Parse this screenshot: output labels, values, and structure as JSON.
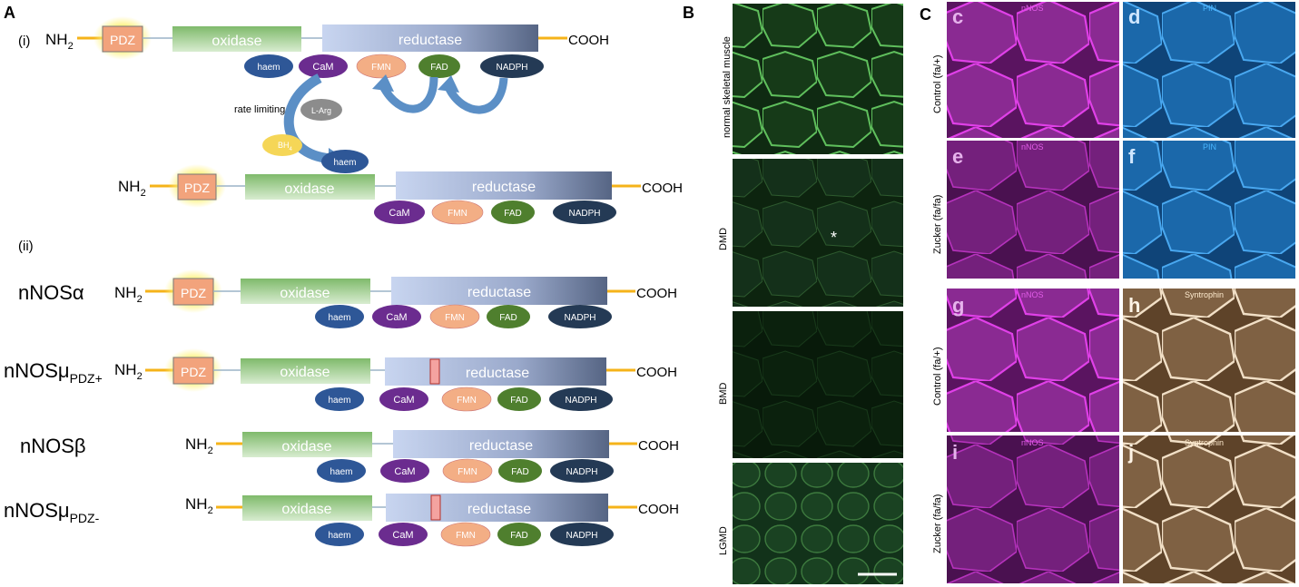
{
  "panel_a": {
    "label": "A",
    "sub_i": "(i)",
    "sub_ii": "(ii)",
    "nh2": "NH",
    "nh2_sub": "2",
    "cooh": "COOH",
    "pdz": "PDZ",
    "oxidase": "oxidase",
    "reductase": "reductase",
    "rate_limiting": "rate limiting",
    "larg": "L-Arg",
    "bh4": "BH",
    "bh4_sub": "4",
    "cofactors": {
      "haem": "haem",
      "cam": "CaM",
      "fmn": "FMN",
      "fad": "FAD",
      "nadph": "NADPH"
    },
    "isoforms": [
      {
        "main": "nNOSα",
        "sub": ""
      },
      {
        "main": "nNOSμ",
        "sub": "PDZ+"
      },
      {
        "main": "nNOSβ",
        "sub": ""
      },
      {
        "main": "nNOSμ",
        "sub": "PDZ-"
      }
    ]
  },
  "panel_b": {
    "label": "B",
    "rows": [
      "normal skeletal muscle",
      "DMD",
      "BMD",
      "LGMD"
    ],
    "star": "*"
  },
  "panel_c": {
    "label": "C",
    "row_labels": [
      "Control (fa/+)",
      "Zucker (fa/fa)",
      "Control (fa/+)",
      "Zucker (fa/fa)"
    ],
    "tiles": [
      {
        "letter": "c",
        "stain": "nNOS"
      },
      {
        "letter": "d",
        "stain": "PIN"
      },
      {
        "letter": "e",
        "stain": "nNOS"
      },
      {
        "letter": "f",
        "stain": "PIN"
      },
      {
        "letter": "g",
        "stain": "nNOS"
      },
      {
        "letter": "h",
        "stain": "Syntrophin"
      },
      {
        "letter": "i",
        "stain": "nNOS"
      },
      {
        "letter": "j",
        "stain": "Syntrophin"
      }
    ]
  },
  "colors": {
    "pdz_fill": "#f2a37c",
    "pdz_glow": "#fff27a",
    "oxidase_top": "#8bc178",
    "oxidase_bottom": "#cfe7c2",
    "reductase_left": "#c6d3ee",
    "reductase_right": "#5d6c8c",
    "linker": "#f5b319",
    "haem": "#2e5797",
    "cam": "#6b2c8f",
    "fmn": "#f3ae85",
    "fad": "#4f7f2e",
    "nadph": "#243a55",
    "arrow": "#5b8fc6",
    "larg": "#8c8c8c",
    "bh4": "#f5d657",
    "green_stain": "#0f2a12",
    "magenta_stain": "#7a1a7e",
    "blue_stain": "#1b5f9b",
    "tan_stain": "#7a5a3c"
  }
}
